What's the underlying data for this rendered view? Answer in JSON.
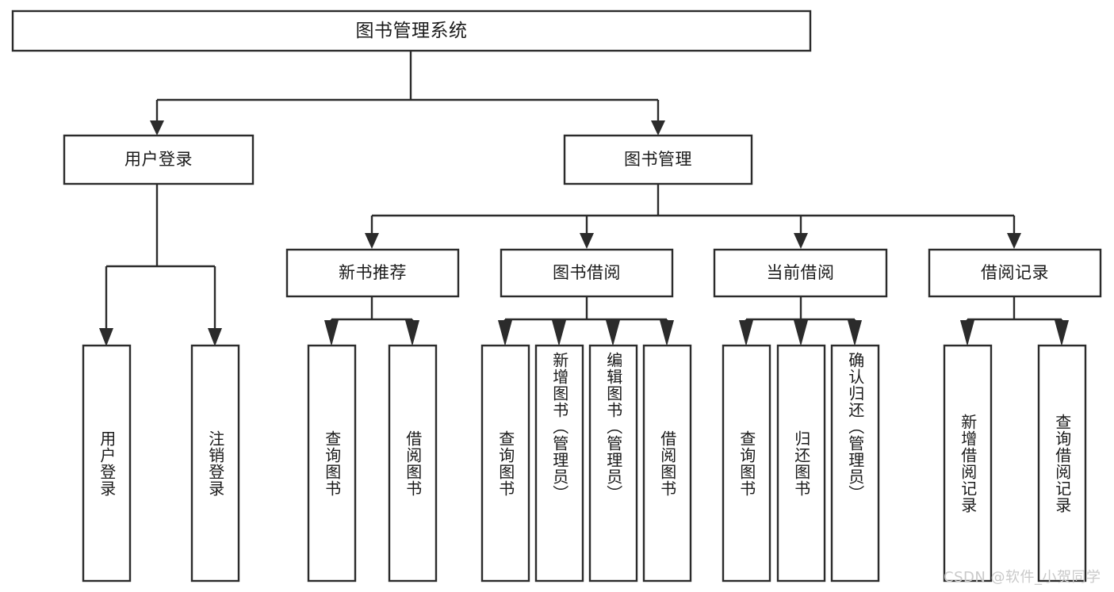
{
  "diagram": {
    "type": "tree-hierarchy",
    "title": "图书管理系统",
    "orientation": "top-down",
    "watermark": "CSDN @软件_小贺同学",
    "colors": {
      "box_stroke": "#2b2b2b",
      "box_fill": "#ffffff",
      "connector": "#2b2b2b",
      "text": "#1a1a1a",
      "background": "#ffffff",
      "watermark": "#c9c9c9"
    },
    "levels": {
      "root": "图书管理系统",
      "level2": [
        "用户登录",
        "图书管理"
      ],
      "level3": [
        "新书推荐",
        "图书借阅",
        "当前借阅",
        "借阅记录"
      ]
    },
    "nodes": {
      "root": {
        "label": "图书管理系统"
      },
      "user_login": {
        "label": "用户登录"
      },
      "book_mgmt": {
        "label": "图书管理"
      },
      "new_book_rec": {
        "label": "新书推荐"
      },
      "book_borrow": {
        "label": "图书借阅"
      },
      "current_borrow": {
        "label": "当前借阅"
      },
      "borrow_record": {
        "label": "借阅记录"
      },
      "leaf_1": {
        "label": "用户登录"
      },
      "leaf_2": {
        "label": "注销登录"
      },
      "leaf_3": {
        "label": "查询图书"
      },
      "leaf_4": {
        "label": "借阅图书"
      },
      "leaf_5": {
        "label": "查询图书"
      },
      "leaf_6": {
        "label": "新增图书（管理员）"
      },
      "leaf_7": {
        "label": "编辑图书（管理员）"
      },
      "leaf_8": {
        "label": "借阅图书"
      },
      "leaf_9": {
        "label": "查询图书"
      },
      "leaf_10": {
        "label": "归还图书"
      },
      "leaf_11": {
        "label": "确认归还（管理员）"
      },
      "leaf_12": {
        "label": "新增借阅记录"
      },
      "leaf_13": {
        "label": "查询借阅记录"
      }
    },
    "edges": [
      {
        "from": "root",
        "to": "user_login"
      },
      {
        "from": "root",
        "to": "book_mgmt"
      },
      {
        "from": "user_login",
        "to": "leaf_1"
      },
      {
        "from": "user_login",
        "to": "leaf_2"
      },
      {
        "from": "book_mgmt",
        "to": "new_book_rec"
      },
      {
        "from": "book_mgmt",
        "to": "book_borrow"
      },
      {
        "from": "book_mgmt",
        "to": "current_borrow"
      },
      {
        "from": "book_mgmt",
        "to": "borrow_record"
      },
      {
        "from": "new_book_rec",
        "to": "leaf_3"
      },
      {
        "from": "new_book_rec",
        "to": "leaf_4"
      },
      {
        "from": "book_borrow",
        "to": "leaf_5"
      },
      {
        "from": "book_borrow",
        "to": "leaf_6"
      },
      {
        "from": "book_borrow",
        "to": "leaf_7"
      },
      {
        "from": "book_borrow",
        "to": "leaf_8"
      },
      {
        "from": "current_borrow",
        "to": "leaf_9"
      },
      {
        "from": "current_borrow",
        "to": "leaf_10"
      },
      {
        "from": "current_borrow",
        "to": "leaf_11"
      },
      {
        "from": "borrow_record",
        "to": "leaf_12"
      },
      {
        "from": "borrow_record",
        "to": "leaf_13"
      }
    ]
  }
}
